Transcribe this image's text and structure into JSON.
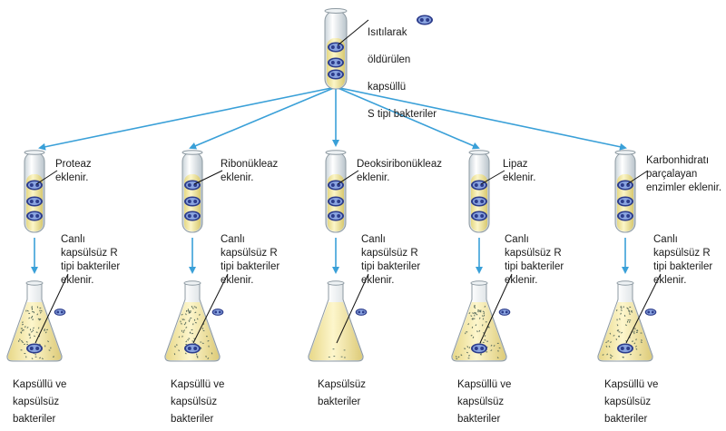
{
  "colors": {
    "arrow": "#3aa0d8",
    "liquid": "#f0e7a8",
    "glass": "#dfe6ea",
    "bacteria_s": "#3d4fa0",
    "bacteria_fill": "#8aa4e0",
    "dots": "#6a7d6a"
  },
  "top": {
    "label_lines": [
      "Isıtılarak",
      "öldürülen",
      "kapsüllü",
      "S tipi bakteriler"
    ],
    "icon": "capsule-bacteria-icon"
  },
  "columns": [
    {
      "enzyme_lines": [
        "Proteaz",
        "eklenir."
      ],
      "step2_lines": [
        "Canlı",
        "kapsülsüz  R",
        "tipi bakteriler",
        "eklenir."
      ],
      "result_lines": [
        "Kapsüllü ve",
        "kapsülsüz",
        "bakteriler"
      ]
    },
    {
      "enzyme_lines": [
        "Ribonükleaz",
        "eklenir."
      ],
      "step2_lines": [
        "Canlı",
        "kapsülsüz  R",
        "tipi bakteriler",
        "eklenir."
      ],
      "result_lines": [
        "Kapsüllü ve",
        "kapsülsüz",
        "bakteriler"
      ]
    },
    {
      "enzyme_lines": [
        "Deoksiribonükleaz",
        "eklenir."
      ],
      "step2_lines": [
        "Canlı",
        "kapsülsüz  R",
        "tipi bakteriler",
        "eklenir."
      ],
      "result_lines": [
        "Kapsülsüz",
        "bakteriler"
      ]
    },
    {
      "enzyme_lines": [
        "Lipaz",
        "eklenir."
      ],
      "step2_lines": [
        "Canlı",
        "kapsülsüz  R",
        "tipi bakteriler",
        "eklenir."
      ],
      "result_lines": [
        "Kapsüllü ve",
        "kapsülsüz",
        "bakteriler"
      ]
    },
    {
      "enzyme_lines": [
        "Karbonhidratı",
        "parçalayan",
        "enzimler eklenir."
      ],
      "step2_lines": [
        "Canlı",
        "kapsülsüz  R",
        "tipi bakteriler",
        "eklenir."
      ],
      "result_lines": [
        "Kapsüllü ve",
        "kapsülsüz",
        "bakteriler"
      ]
    }
  ]
}
